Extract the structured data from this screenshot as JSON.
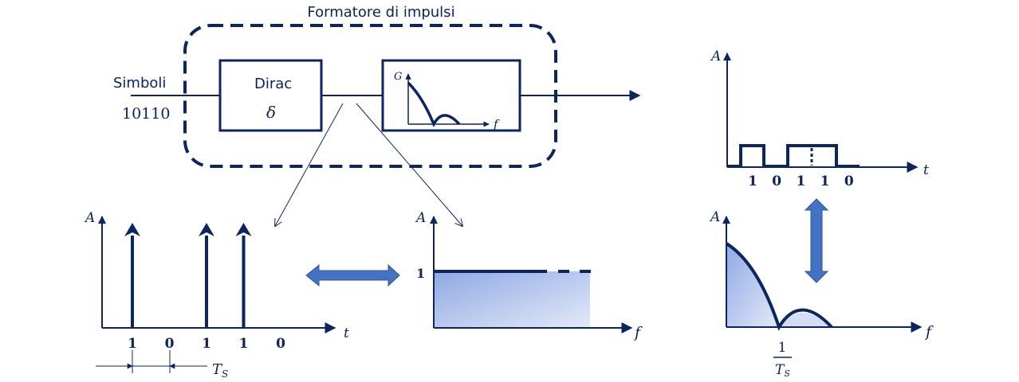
{
  "colors": {
    "ink": "#0b2560",
    "accent": "#4472c4",
    "fill_dark": "#8fa9e4",
    "fill_light": "#dfe6f7"
  },
  "block_diagram": {
    "title": "Formatore di impulsi",
    "input_label": "Simboli",
    "input_bits": "10110",
    "dirac_block": {
      "label": "Dirac",
      "symbol": "δ"
    },
    "filter_block": {
      "y_label": "G",
      "x_label": "f"
    }
  },
  "rect_signal_plot": {
    "y_label": "A",
    "x_label": "t",
    "bits": [
      "1",
      "0",
      "1",
      "1",
      "0"
    ]
  },
  "impulse_plot": {
    "y_label": "A",
    "x_label": "t",
    "bits": [
      "1",
      "0",
      "1",
      "1",
      "0"
    ],
    "period_label": "T",
    "period_sub": "S"
  },
  "flat_spectrum_plot": {
    "y_label": "A",
    "x_label": "f",
    "level_label": "1"
  },
  "sinc_spectrum_plot": {
    "y_label": "A",
    "x_label": "f",
    "tick_num": "1",
    "tick_den": "T",
    "tick_den_sub": "S"
  }
}
